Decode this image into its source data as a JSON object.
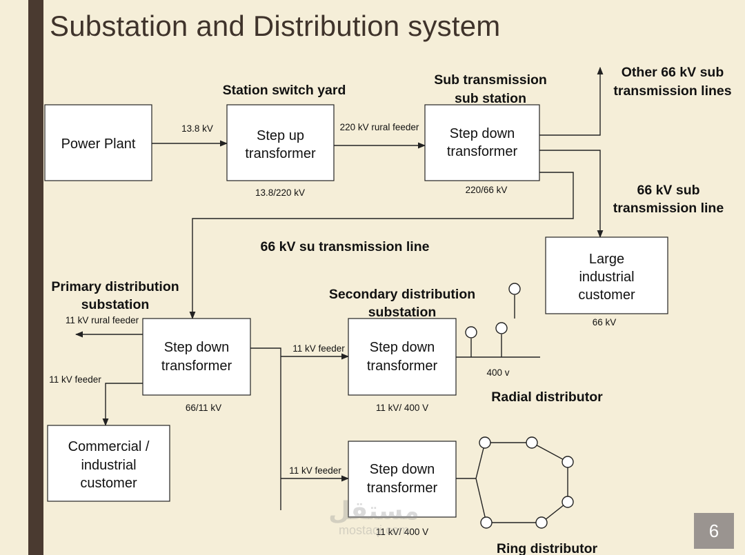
{
  "title": "Substation and Distribution system",
  "page_number": "6",
  "watermark": {
    "arabic": "مستقل",
    "latin": "mostaqi.com"
  },
  "boxes": {
    "power_plant": "Power Plant",
    "step_up": [
      "Step up",
      "transformer"
    ],
    "step_down_sub": [
      "Step down",
      "transformer"
    ],
    "large_customer": [
      "Large",
      "industrial",
      "customer"
    ],
    "step_down_primary": [
      "Step down",
      "transformer"
    ],
    "step_down_radial": [
      "Step down",
      "transformer"
    ],
    "commercial_customer": [
      "Commercial /",
      "industrial",
      "customer"
    ],
    "step_down_ring": [
      "Step down",
      "transformer"
    ]
  },
  "headings": {
    "switch_yard": "Station switch yard",
    "sub_transmission": [
      "Sub transmission",
      "sub station"
    ],
    "other_lines": [
      "Other 66 kV sub",
      "transmission lines"
    ],
    "sub_line_66": [
      "66 kV sub",
      "transmission line"
    ],
    "su_line_66": "66 kV su transmission line",
    "primary_substation": [
      "Primary distribution",
      "substation"
    ],
    "secondary_substation": [
      "Secondary distribution",
      "substation"
    ],
    "radial": "Radial distributor",
    "ring": "Ring distributor"
  },
  "labels": {
    "kv_13_8": "13.8 kV",
    "rural_220": "220 kV rural feeder",
    "ratio_13_8_220": "13.8/220  kV",
    "ratio_220_66": "220/66  kV",
    "kv_66": "66  kV",
    "rural_11": "11 kV rural feeder",
    "feeder_11_left": "11 kV feeder",
    "feeder_11_radial": "11 kV feeder",
    "feeder_11_ring": "11 kV feeder",
    "ratio_66_11": "66/11  kV",
    "ratio_11_400_radial": "11 kV/ 400 V",
    "ratio_11_400_ring": "11 kV/ 400 V",
    "v_400": "400 v"
  }
}
